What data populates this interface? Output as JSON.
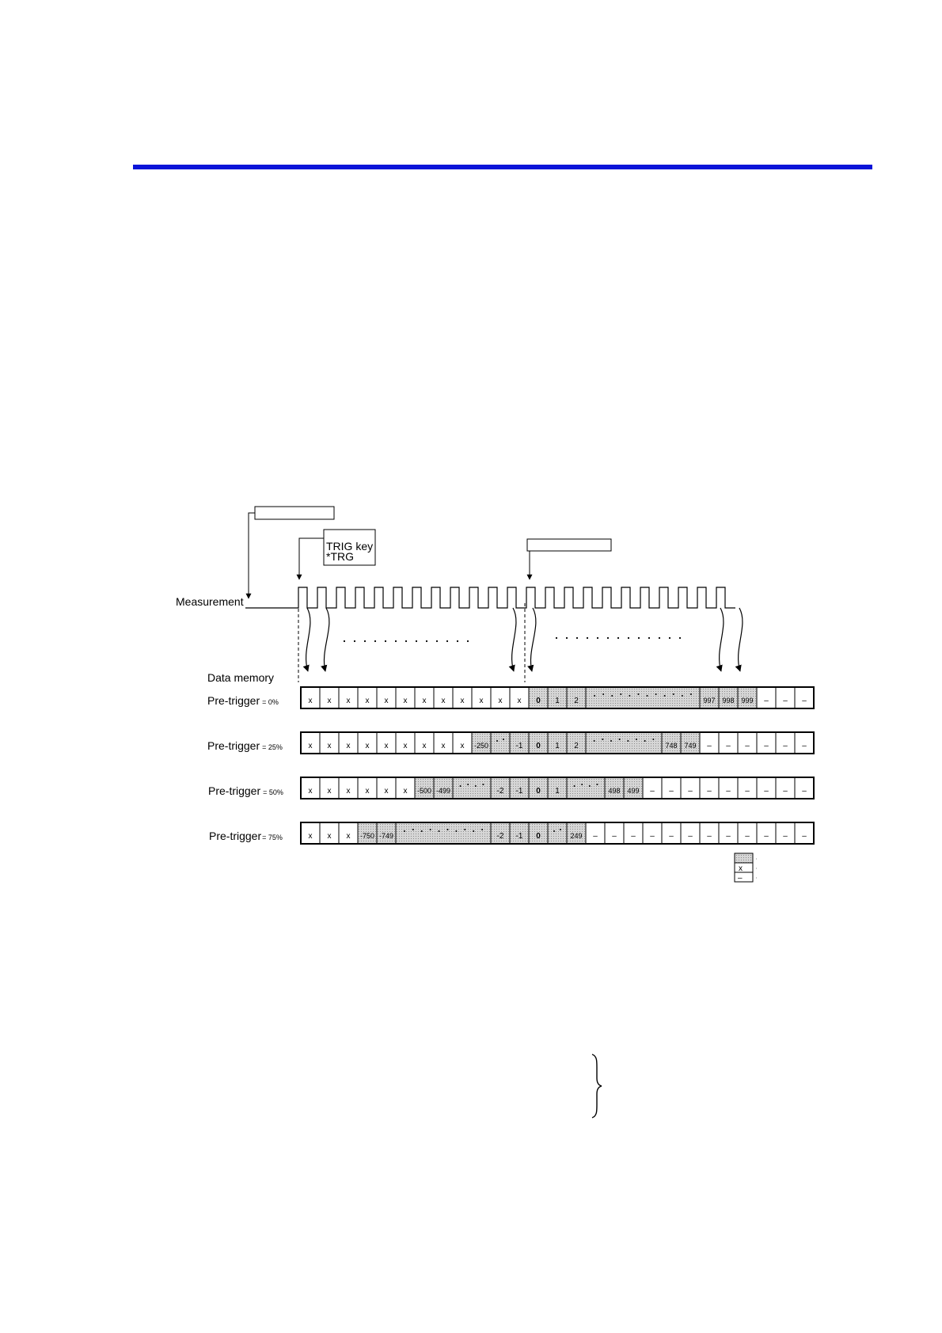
{
  "colors": {
    "rule": "#0a14d8",
    "shade": "#d0d0d0",
    "ink": "#000000"
  },
  "labels": {
    "measurement": "Measurement",
    "data_memory": "Data memory",
    "trig_box_line1": "TRIG key",
    "trig_box_line2": "*TRG",
    "pre_trigger": "Pre-trigger"
  },
  "legend": {
    "unused_symbol": "x",
    "empty_symbol": "–"
  },
  "memory_rows": [
    {
      "suffix": "= 0%",
      "cells": [
        {
          "t": "x",
          "s": 0
        },
        {
          "t": "x",
          "s": 0
        },
        {
          "t": "x",
          "s": 0
        },
        {
          "t": "x",
          "s": 0
        },
        {
          "t": "x",
          "s": 0
        },
        {
          "t": "x",
          "s": 0
        },
        {
          "t": "x",
          "s": 0
        },
        {
          "t": "x",
          "s": 0
        },
        {
          "t": "x",
          "s": 0
        },
        {
          "t": "x",
          "s": 0
        },
        {
          "t": "x",
          "s": 0
        },
        {
          "t": "x",
          "s": 0
        },
        {
          "t": "0",
          "s": 1
        },
        {
          "t": "1",
          "s": 1
        },
        {
          "t": "2",
          "s": 1
        },
        {
          "t": "dots",
          "s": 1,
          "span": 6
        },
        {
          "t": "997",
          "s": 1
        },
        {
          "t": "998",
          "s": 1
        },
        {
          "t": "999",
          "s": 1
        },
        {
          "t": "–",
          "s": 0
        },
        {
          "t": "–",
          "s": 0
        },
        {
          "t": "–",
          "s": 0
        }
      ]
    },
    {
      "suffix": "= 25%",
      "cells": [
        {
          "t": "x",
          "s": 0
        },
        {
          "t": "x",
          "s": 0
        },
        {
          "t": "x",
          "s": 0
        },
        {
          "t": "x",
          "s": 0
        },
        {
          "t": "x",
          "s": 0
        },
        {
          "t": "x",
          "s": 0
        },
        {
          "t": "x",
          "s": 0
        },
        {
          "t": "x",
          "s": 0
        },
        {
          "t": "x",
          "s": 0
        },
        {
          "t": "-250",
          "s": 1
        },
        {
          "t": "dots",
          "s": 1,
          "span": 1
        },
        {
          "t": "-1",
          "s": 1
        },
        {
          "t": "0",
          "s": 1
        },
        {
          "t": "1",
          "s": 1
        },
        {
          "t": "2",
          "s": 1
        },
        {
          "t": "dots",
          "s": 1,
          "span": 4
        },
        {
          "t": "748",
          "s": 1
        },
        {
          "t": "749",
          "s": 1
        },
        {
          "t": "–",
          "s": 0
        },
        {
          "t": "–",
          "s": 0
        },
        {
          "t": "–",
          "s": 0
        },
        {
          "t": "–",
          "s": 0
        },
        {
          "t": "–",
          "s": 0
        },
        {
          "t": "–",
          "s": 0
        }
      ]
    },
    {
      "suffix": "= 50%",
      "cells": [
        {
          "t": "x",
          "s": 0
        },
        {
          "t": "x",
          "s": 0
        },
        {
          "t": "x",
          "s": 0
        },
        {
          "t": "x",
          "s": 0
        },
        {
          "t": "x",
          "s": 0
        },
        {
          "t": "x",
          "s": 0
        },
        {
          "t": "-500",
          "s": 1
        },
        {
          "t": "-499",
          "s": 1
        },
        {
          "t": "dots",
          "s": 1,
          "span": 2
        },
        {
          "t": "-2",
          "s": 1
        },
        {
          "t": "-1",
          "s": 1
        },
        {
          "t": "0",
          "s": 1
        },
        {
          "t": "1",
          "s": 1
        },
        {
          "t": "dots",
          "s": 1,
          "span": 2
        },
        {
          "t": "498",
          "s": 1
        },
        {
          "t": "499",
          "s": 1
        },
        {
          "t": "–",
          "s": 0
        },
        {
          "t": "–",
          "s": 0
        },
        {
          "t": "–",
          "s": 0
        },
        {
          "t": "–",
          "s": 0
        },
        {
          "t": "–",
          "s": 0
        },
        {
          "t": "–",
          "s": 0
        },
        {
          "t": "–",
          "s": 0
        },
        {
          "t": "–",
          "s": 0
        },
        {
          "t": "–",
          "s": 0
        }
      ]
    },
    {
      "suffix": "= 75%",
      "cells": [
        {
          "t": "x",
          "s": 0
        },
        {
          "t": "x",
          "s": 0
        },
        {
          "t": "x",
          "s": 0
        },
        {
          "t": "-750",
          "s": 1
        },
        {
          "t": "-749",
          "s": 1
        },
        {
          "t": "dots",
          "s": 1,
          "span": 5
        },
        {
          "t": "-2",
          "s": 1
        },
        {
          "t": "-1",
          "s": 1
        },
        {
          "t": "0",
          "s": 1
        },
        {
          "t": "dots",
          "s": 1,
          "span": 1
        },
        {
          "t": "249",
          "s": 1
        },
        {
          "t": "–",
          "s": 0
        },
        {
          "t": "–",
          "s": 0
        },
        {
          "t": "–",
          "s": 0
        },
        {
          "t": "–",
          "s": 0
        },
        {
          "t": "–",
          "s": 0
        },
        {
          "t": "–",
          "s": 0
        },
        {
          "t": "–",
          "s": 0
        },
        {
          "t": "–",
          "s": 0
        },
        {
          "t": "–",
          "s": 0
        },
        {
          "t": "–",
          "s": 0
        },
        {
          "t": "–",
          "s": 0
        },
        {
          "t": "–",
          "s": 0
        }
      ]
    }
  ]
}
